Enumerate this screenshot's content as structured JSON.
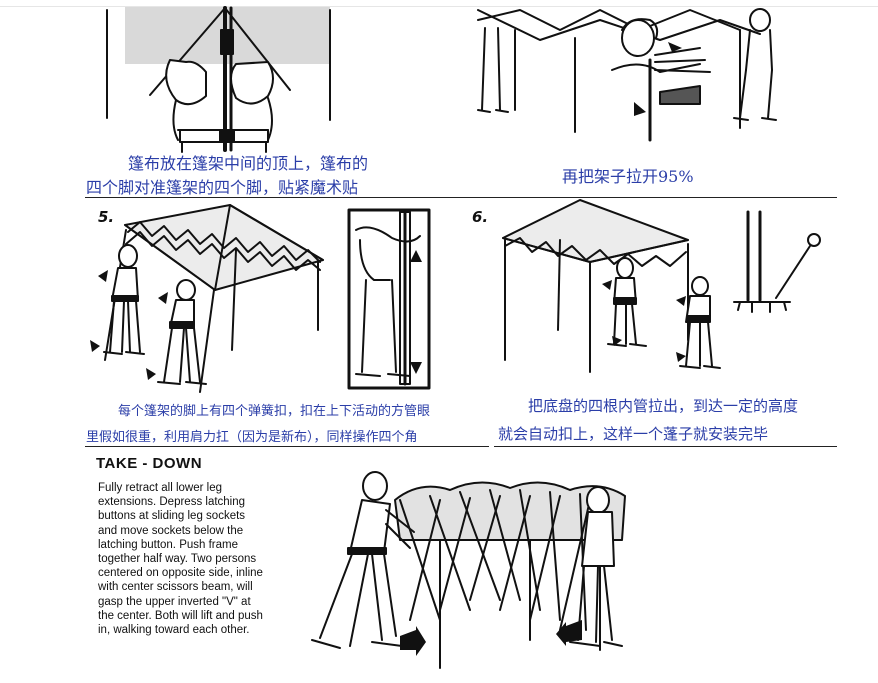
{
  "step_labels": {
    "step5": "5.",
    "step6": "6."
  },
  "captions": {
    "cover_line1": "篷布放在篷架中间的顶上，篷布的",
    "cover_line2": "四个脚对准篷架的四个脚，贴紧魔术贴",
    "pull_open": "再把架子拉开95%",
    "step5_line1": "每个篷架的脚上有四个弹簧扣，扣在上下活动的方管眼",
    "step5_line2": "里假如很重，利用肩力扛（因为是新布），同样操作四个角",
    "step6_line1": "把底盘的四根内管拉出，到达一定的高度",
    "step6_line2": "就会自动扣上，这样一个蓬子就安装完毕"
  },
  "takedown": {
    "heading": "TAKE - DOWN",
    "text": "Fully retract all lower leg\nextensions. Depress latching\nbuttons at sliding leg sockets\nand move sockets below the\nlatching button. Push frame\ntogether half way. Two persons\ncentered on opposite side, inline\nwith center scissors beam, will\ngasp the upper inverted \"V\" at\nthe center. Both will lift and push\nin, walking toward each other."
  },
  "colors": {
    "caption_blue": "#2b3ea8",
    "ink": "#111111"
  }
}
